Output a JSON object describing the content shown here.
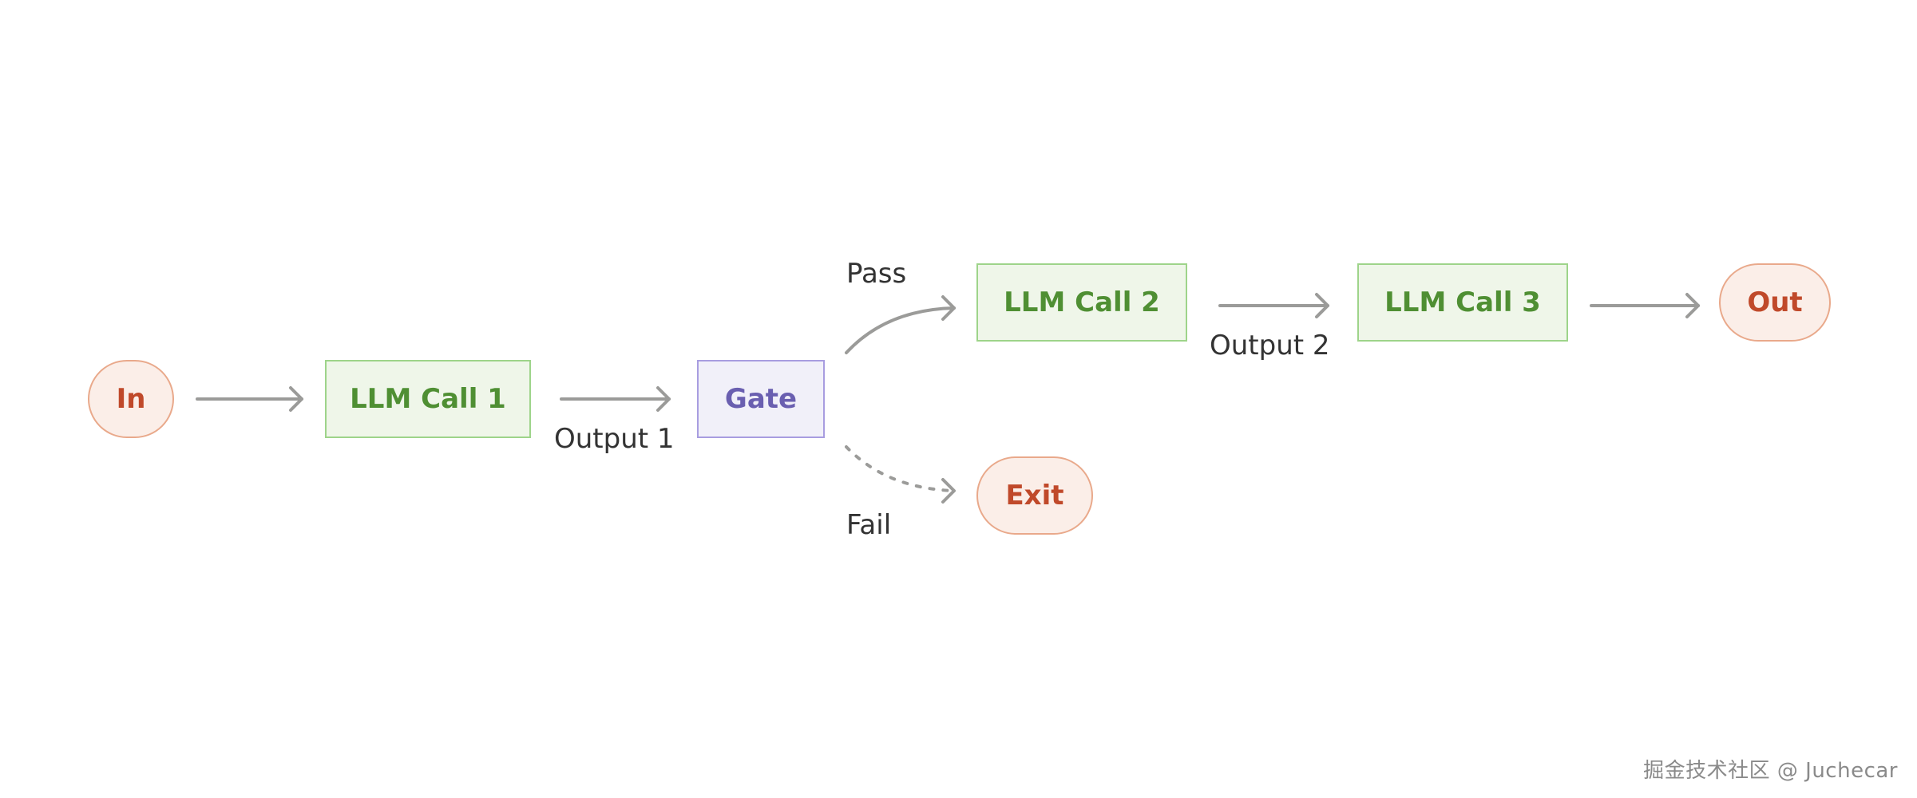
{
  "colors": {
    "terminal_fill": "#fbeee8",
    "terminal_stroke": "#e9a98b",
    "terminal_text": "#c0492a",
    "llm_fill": "#eff6e9",
    "llm_stroke": "#9ed48a",
    "llm_text": "#4f8f33",
    "gate_fill": "#f1f0f9",
    "gate_stroke": "#a89de0",
    "gate_text": "#6a5fb0",
    "edge": "#9b9b99",
    "label": "#333333"
  },
  "nodes": {
    "in": {
      "label": "In",
      "kind": "terminal"
    },
    "llm1": {
      "label": "LLM Call 1",
      "kind": "llm"
    },
    "gate": {
      "label": "Gate",
      "kind": "gate"
    },
    "llm2": {
      "label": "LLM Call 2",
      "kind": "llm"
    },
    "llm3": {
      "label": "LLM Call 3",
      "kind": "llm"
    },
    "out": {
      "label": "Out",
      "kind": "terminal"
    },
    "exit": {
      "label": "Exit",
      "kind": "terminal"
    }
  },
  "edges": {
    "in_llm1": {
      "label": "",
      "style": "solid"
    },
    "llm1_gate": {
      "label": "Output 1",
      "style": "solid"
    },
    "gate_llm2": {
      "label": "Pass",
      "style": "solid"
    },
    "gate_exit": {
      "label": "Fail",
      "style": "dashed"
    },
    "llm2_llm3": {
      "label": "Output 2",
      "style": "solid"
    },
    "llm3_out": {
      "label": "",
      "style": "solid"
    }
  },
  "watermark": "掘金技术社区 @ Juchecar"
}
